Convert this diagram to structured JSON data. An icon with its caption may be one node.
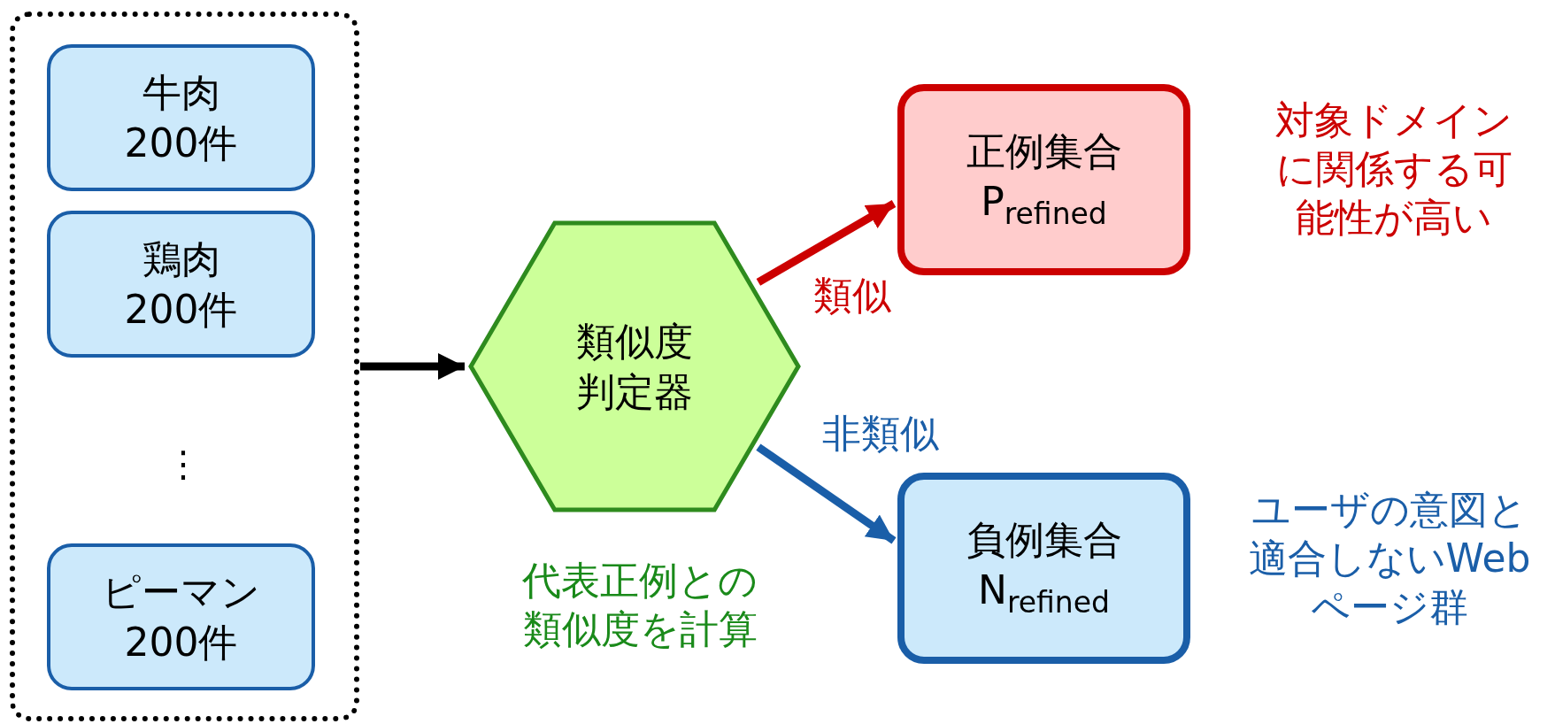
{
  "diagram": {
    "nodes": [
      {
        "text": [],
        "shape": "box"
      },
      {
        "text": [
          "牛肉",
          "200件"
        ],
        "in": 0
      },
      {
        "text": [
          "鶏肉",
          "200件"
        ],
        "in": 0
      },
      {
        "text": [
          "ピーマン",
          "200件"
        ],
        "in": 0
      },
      {
        "text": [
          "類似度判定器"
        ],
        "beside": [
          "代表正例との類似度を計算"
        ]
      },
      {
        "text": [
          "正例集合",
          "P$_{refined}$"
        ],
        "beside": [
          "対象ドメインに関係する可能性が高い"
        ]
      },
      {
        "text": [
          "負例集合",
          "N$_{refined}$"
        ],
        "beside": [
          "ユーザの意図と適合しないWeb ページ群"
        ]
      }
    ],
    "edges": [
      {
        "from": 0,
        "to": 4,
        "arrow": "to"
      },
      {
        "from": 4,
        "to": 5,
        "arrow": "to",
        "label": "類似",
        "color": "#cc0000"
      },
      {
        "from": 4,
        "to": 6,
        "arrow": "to",
        "label": "非類似",
        "color": "#1a5ea8"
      }
    ],
    "labels": [
      "⋮"
    ]
  }
}
